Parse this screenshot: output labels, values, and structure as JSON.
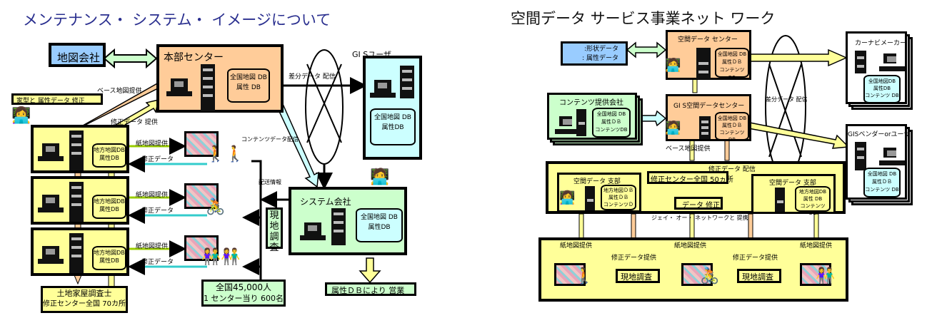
{
  "left_diagram": {
    "title": "メンテナンス・ システム・ イメージについて",
    "map_company": "地図会社",
    "hq_center": {
      "label": "本部センター",
      "db_line1": "全国地図 DB",
      "db_line2": "属性 DB"
    },
    "gis_user": {
      "label": "GI Sユーザ",
      "db_line1": "全国地図 DB",
      "db_line2": "属性DB"
    },
    "diff_data_delivery": "差分データ 配信",
    "base_map_provision": "ベース地図提供",
    "house_attr_fix": "家型と 属性データ 修正",
    "fix_data_provision": "修正データ 提供",
    "contents_delivery": "コンテンツデータ配信",
    "delivery_info": "配送情報",
    "field_survey": "現地調査",
    "regional_centers": [
      {
        "db_line1": "地方地図DB",
        "db_line2": "属性DB",
        "paper_map": "紙地図提供",
        "fix_data": "修正データ"
      },
      {
        "db_line1": "地方地図DB",
        "db_line2": "属性DB",
        "paper_map": "紙地図提供",
        "fix_data": "修正データ"
      },
      {
        "db_line1": "地方地図DB",
        "db_line2": "属性DB",
        "paper_map": "紙地図提供",
        "fix_data": "修正データ"
      }
    ],
    "surveyor": {
      "line1": "土地家屋調査士",
      "line2": "修正センター全国 70カ所"
    },
    "staff": {
      "line1": "全国45,000人",
      "line2": "1 センター当り 600名"
    },
    "system_company": {
      "label": "システム会社",
      "db_line1": "全国地図 DB",
      "db_line2": "属性DB"
    },
    "business": "属性ＤＢにより 営業"
  },
  "right_diagram": {
    "title": "空間データ サービス事業ネット ワーク",
    "shape_attr": {
      "line1": ":形状データ",
      "line2": ": 属性データ"
    },
    "spatial_center": {
      "label": "空間データ センター",
      "db_line1": "全国地図 DB",
      "db_line2": "属性ＤＢ",
      "db_line3": "コンテンツ DB"
    },
    "contents_company": {
      "label": "コンテンツ提供会社",
      "db_line1": "全国地図 DB",
      "db_line2": "属性ＤＢ",
      "db_line3": "コンテンツDB"
    },
    "gis_center": {
      "label": "GI S空間データセンター",
      "db_line1": "全国地図 DB",
      "db_line2": "属性ＤＢ",
      "db_line3": "コンテンツ DB"
    },
    "diff_data_delivery": "差分データ 配信",
    "car_nav": {
      "label": "カーナビメーカー",
      "db_line1": "全国地図DB",
      "db_line2": "属性DB",
      "db_line3": "コンテンツ DB"
    },
    "gis_vendor": {
      "label": "GISベンダーorユーザ",
      "db_line1": "全国地図 DB",
      "db_line2": "属性ＤＢ",
      "db_line3": "コンテンツ DB"
    },
    "base_map_provision": "ベース地図提供",
    "fix_data_delivery": "修正データ 配信",
    "fix_centers": "修正センター全国 50ヵ所",
    "data_fix": "データ 修正",
    "jo_network": "ジェイ・ オー・ ネットワークと 提携",
    "branches": [
      {
        "label": "空間データ 支部",
        "db_line1": "地方地図ＤＢ",
        "db_line2": "属性ＤＢ",
        "db_line3": "コンテンツＤＢ"
      },
      {
        "label": "空間データ 支部",
        "db_line1": "地方地図DB",
        "db_line2": "属性 DB",
        "db_line3": "コンテンツ DB"
      }
    ],
    "paper_map": [
      "紙地図提供",
      "紙地図提供",
      "紙地図提供"
    ],
    "fix_data_provision": [
      "修正データ提供",
      "修正データ提供"
    ],
    "field_survey": [
      "現地調査",
      "現地調査"
    ]
  },
  "colors": {
    "title_blue": "#2a2f8f",
    "map_company_fill": "#99ccff",
    "hq_fill": "#ffcc99",
    "gis_user_fill": "#ccffff",
    "regional_fill": "#ffff99",
    "system_fill": "#ccffcc",
    "arrow_green": "#99cc00",
    "arrow_cyan": "#33cccc"
  }
}
